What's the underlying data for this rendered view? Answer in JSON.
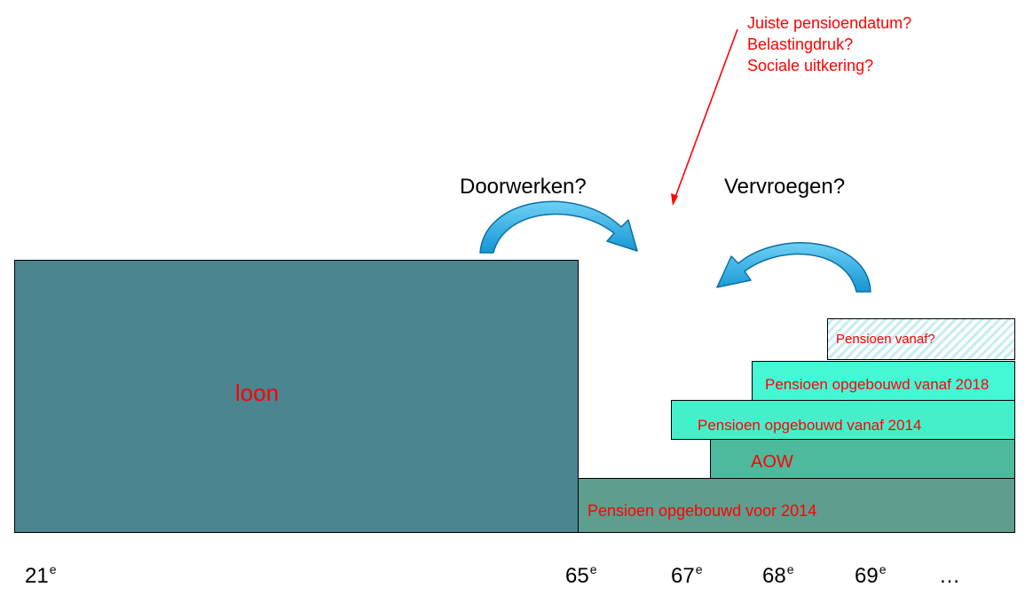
{
  "blocks": {
    "loon": "loon",
    "pensioen_voor_2014": "Pensioen opgebouwd voor 2014",
    "aow": "AOW",
    "pensioen_vanaf_2014": "Pensioen opgebouwd vanaf 2014",
    "pensioen_vanaf_2018": "Pensioen opgebouwd vanaf 2018",
    "pensioen_vanaf": "Pensioen vanaf?"
  },
  "arrows": {
    "doorwerken": "Doorwerken?",
    "vervroegen": "Vervroegen?"
  },
  "questions": [
    "Juiste pensioendatum?",
    "Belastingdruk?",
    "Sociale uitkering?"
  ],
  "ages": [
    {
      "number": "21",
      "suffix": "e"
    },
    {
      "number": "65",
      "suffix": "e"
    },
    {
      "number": "67",
      "suffix": "e"
    },
    {
      "number": "68",
      "suffix": "e"
    },
    {
      "number": "69",
      "suffix": "e"
    }
  ],
  "ages_more": "…",
  "colors": {
    "loon": "#4a8590",
    "pensioen_voor_2014": "#5f9e8e",
    "aow": "#4dba9e",
    "pensioen_vanaf_2014": "#44f0ca",
    "pensioen_vanaf_2018": "#44f8d6",
    "label_red": "#ff0000",
    "arrow_blue": "#29a6e0"
  }
}
